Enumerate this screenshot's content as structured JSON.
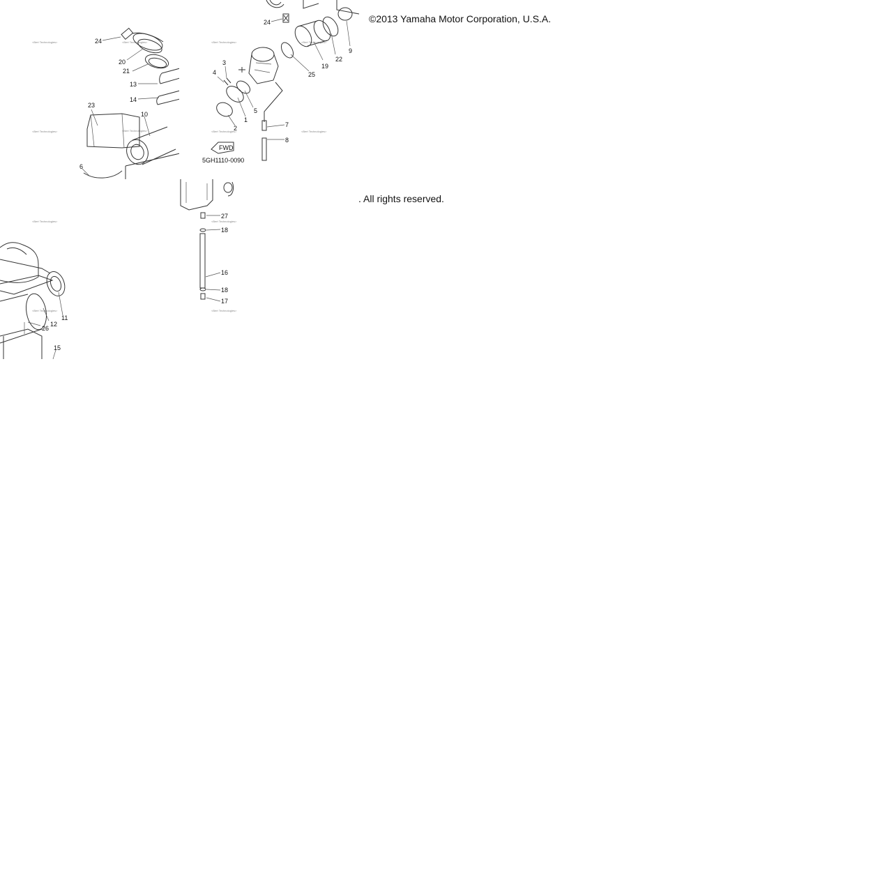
{
  "notice": {
    "copyright": "©2013 Yamaha Motor Corporation, U.S.A.",
    "rights": ". All rights reserved."
  },
  "diagram": {
    "code": "5GH1110-0090",
    "fwd_mark": "FWD",
    "watermark": "<Bert Technologies>",
    "callouts_top_left": [
      "24",
      "20",
      "21",
      "13",
      "14",
      "23",
      "10",
      "6"
    ],
    "callouts_top_right": [
      "24",
      "22",
      "9",
      "19",
      "25",
      "3",
      "4",
      "5",
      "1",
      "2",
      "7",
      "8"
    ],
    "callouts_bottom_middle": [
      "27",
      "18",
      "16",
      "18",
      "17"
    ],
    "callouts_bottom_left": [
      "11",
      "12",
      "26",
      "15"
    ]
  }
}
